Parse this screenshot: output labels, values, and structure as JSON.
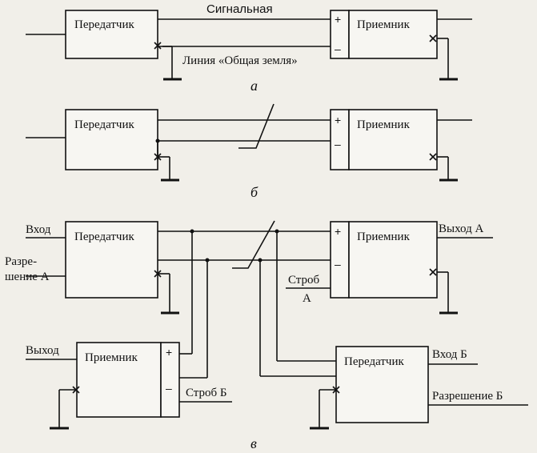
{
  "figure_a": {
    "transmitter": "Передатчик",
    "receiver": "Приемник",
    "signal_line": "Сигнальная",
    "ground_line": "Линия «Общая земля»",
    "plus": "+",
    "minus": "–",
    "caption": "а"
  },
  "figure_b": {
    "transmitter": "Передатчик",
    "receiver": "Приемник",
    "plus": "+",
    "minus": "–",
    "caption": "б"
  },
  "figure_c": {
    "transmitter_a": "Передатчик",
    "receiver_a": "Приемник",
    "input_a": "Вход",
    "enable_a_line1": "Разре-",
    "enable_a_line2": "шение А",
    "output_a": "Выход А",
    "strobe_a_line1": "Строб",
    "strobe_a_line2": "А",
    "receiver_b": "Приемник",
    "output_b": "Выход",
    "strobe_b": "Строб Б",
    "transmitter_b": "Передатчик",
    "input_b": "Вход Б",
    "enable_b": "Разрешение Б",
    "plus": "+",
    "minus": "–",
    "caption": "в"
  }
}
